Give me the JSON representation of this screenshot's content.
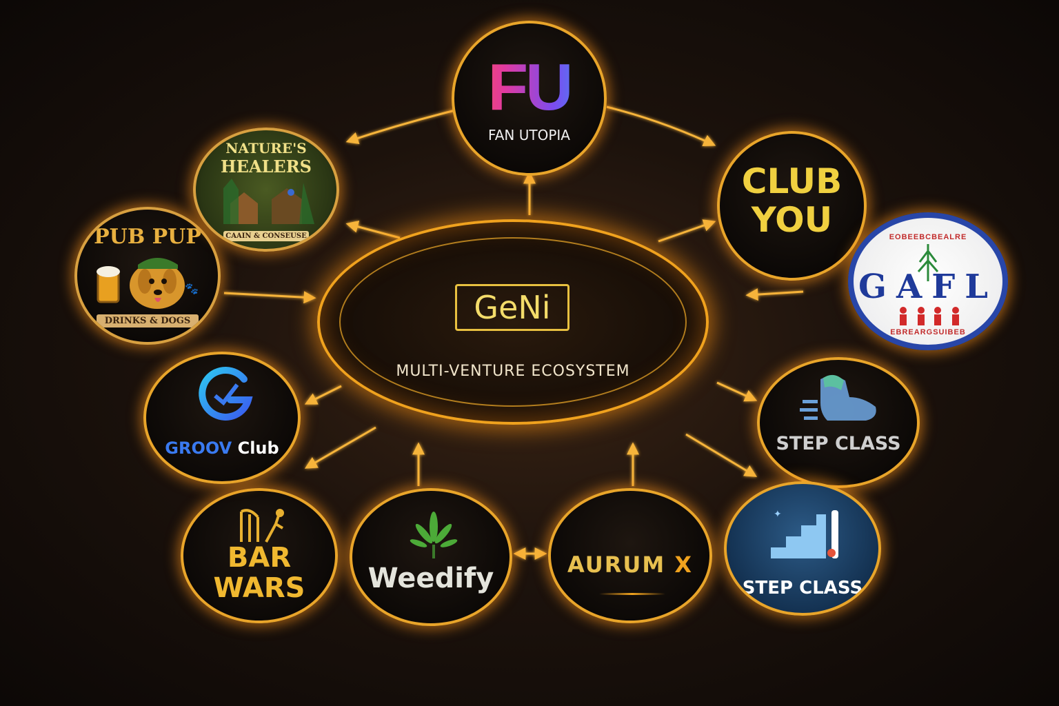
{
  "hub": {
    "title": "GeNi",
    "subtitle": "MULTI-VENTURE ECOSYSTEM"
  },
  "nodes": {
    "fan_utopia": {
      "logo": "FU",
      "label": "FAN UTOPIA"
    },
    "club_you": {
      "line1": "CLUB",
      "line2": "YOU"
    },
    "gafl": {
      "logo": "GAFL",
      "ring_top": "EOBEEBCBEALRE",
      "ring_bottom": "EBREARGSUIBEB"
    },
    "step_class_1": {
      "label": "STEP CLASS"
    },
    "step_class_2": {
      "label": "STEP CLASS"
    },
    "aurum_x": {
      "label": "AURUM",
      "mark": "X"
    },
    "weedify": {
      "label": "Weedify"
    },
    "bar_wars": {
      "line1": "BAR",
      "line2": "WARS"
    },
    "groov_club": {
      "label_a": "GROOV",
      "label_b": "Club"
    },
    "pub_pup": {
      "title": "PUB PUP",
      "banner": "DRINKS & DOGS"
    },
    "natures_healers": {
      "line1": "NATURE'S",
      "line2": "HEALERS",
      "banner": "CAAIN & CONSEUSE"
    }
  },
  "colors": {
    "accent": "#f0a21e",
    "glow": "#ff9a14",
    "gold_text": "#f4dc6a"
  }
}
